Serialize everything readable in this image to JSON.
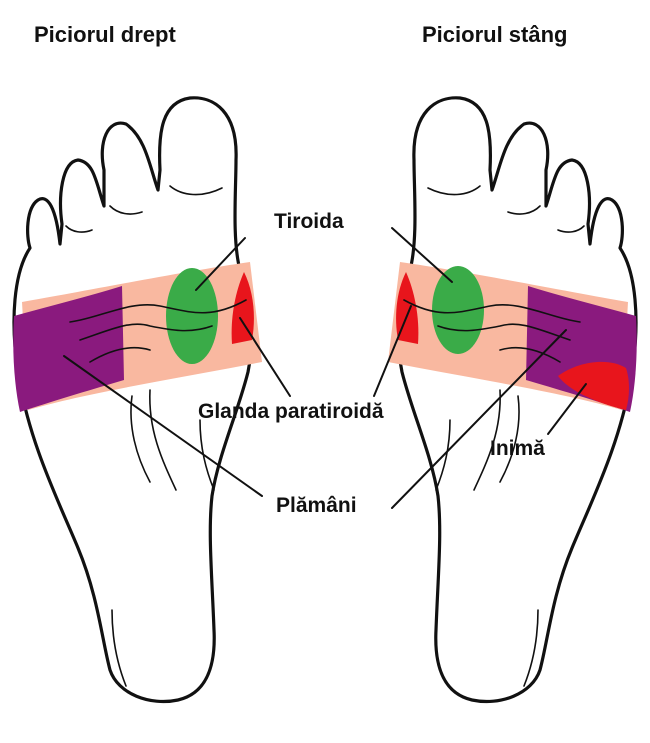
{
  "titles": {
    "right_foot": "Piciorul drept",
    "left_foot": "Piciorul stâng"
  },
  "labels": {
    "thyroid": "Tiroida",
    "parathyroid": "Glanda paratiroidă",
    "lungs": "Plămâni",
    "heart": "Inimă"
  },
  "colors": {
    "lungs_zone": "#8a1a7e",
    "band": "#f9b8a0",
    "thyroid_zone": "#3aab48",
    "parathyroid_zone": "#e8151c",
    "heart_zone": "#e8151c"
  }
}
